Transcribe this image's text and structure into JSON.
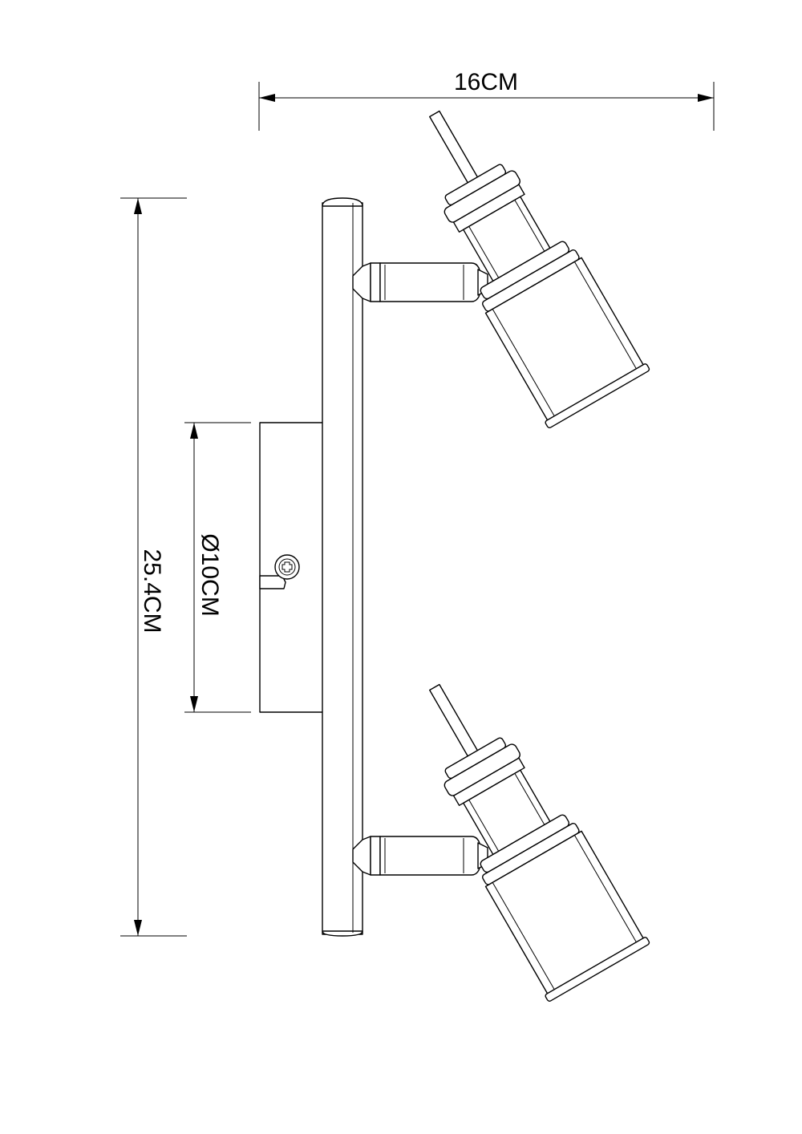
{
  "dimensions": {
    "width": "16CM",
    "height": "25.4CM",
    "base_diameter": "Ø10CM"
  },
  "colors": {
    "line": "#000000",
    "background": "#ffffff"
  }
}
